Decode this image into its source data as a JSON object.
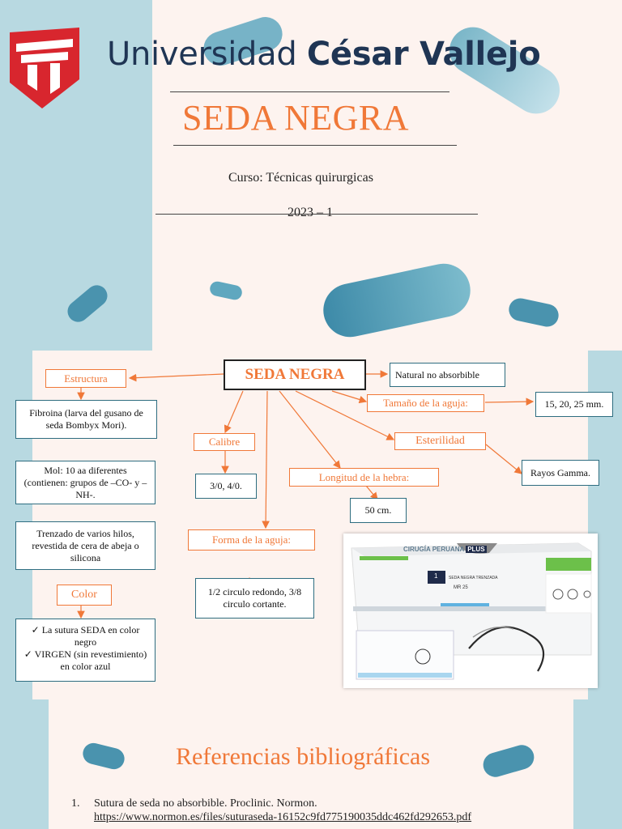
{
  "header": {
    "university_regular": "Universidad ",
    "university_bold": "César Vallejo",
    "title": "SEDA NEGRA",
    "course": "Curso: Técnicas quirurgicas",
    "period": "2023 – 1"
  },
  "map": {
    "center": "SEDA NEGRA",
    "estructura": "Estructura",
    "fibroina": "Fibroina (larva del gusano de seda Bombyx Mori).",
    "mol": "Mol: 10 aa diferentes (contienen: grupos de –CO- y –NH-.",
    "trenzado": "Trenzado de varios hilos, revestida de cera de abeja o silicona",
    "color": "Color",
    "color_items": [
      "La sutura SEDA en color negro",
      "VIRGEN (sin revestimiento) en color azul"
    ],
    "calibre": "Calibre",
    "calibre_value": "3/0, 4/0.",
    "forma": "Forma de la aguja:",
    "forma_value": "1/2 circulo redondo, 3/8 circulo cortante.",
    "natural": "Natural no absorbible",
    "tamano": "Tamaño de la aguja:",
    "tamano_value": "15, 20, 25 mm.",
    "esterilidad": "Esterilidad",
    "esterilidad_value": "Rayos Gamma.",
    "longitud": "Longitud de la hebra:",
    "longitud_value": "50 cm."
  },
  "product": {
    "brand": "CIRUGÍA PERUANA",
    "plus": "PLUS",
    "product_name": "SEDA NEGRA TRENZADA",
    "count": "1",
    "code": "MR 25"
  },
  "references": {
    "title": "Referencias bibliográficas",
    "items": [
      {
        "number": "1.",
        "text": "Sutura de seda no absorbible. Proclinic. Normon.",
        "url": "https://www.normon.es/files/suturaseda-16152c9fd775190035ddc462fd292653.pdf"
      }
    ]
  },
  "colors": {
    "accent": "#f07838",
    "navy": "#1f3554",
    "teal": "#5fa7bf",
    "side": "#b8d9e1"
  }
}
